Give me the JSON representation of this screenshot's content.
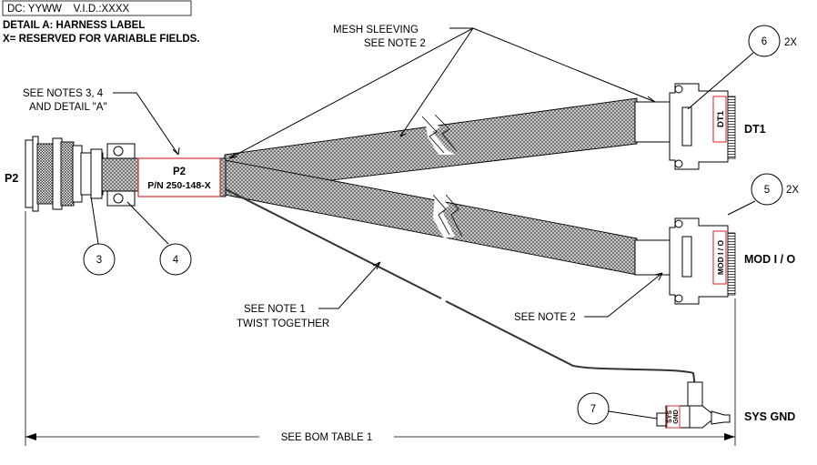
{
  "header": {
    "label_text": "DC: YYWW    V.I.D.:XXXX",
    "detail_line1": "DETAIL A: HARNESS LABEL",
    "detail_line2": "X= RESERVED FOR VARIABLE FIELDS."
  },
  "notes": {
    "mesh_line1": "MESH SLEEVING",
    "mesh_line2": "SEE NOTE 2",
    "notes34_line1": "SEE NOTES 3, 4",
    "notes34_line2": "AND DETAIL \"A\"",
    "note1_line1": "SEE NOTE 1",
    "note1_line2": "TWIST TOGETHER",
    "note2": "SEE NOTE 2",
    "bom": "SEE BOM TABLE 1"
  },
  "label": {
    "line1": "P2",
    "line2": "P/N 250-148-X"
  },
  "connectors": {
    "p2": "P2",
    "dt1": "DT1",
    "dt1_tag": "DT1",
    "modio": "MOD I / O",
    "modio_tag": "MOD I / O",
    "sysgnd": "SYS GND",
    "sysgnd_tag1": "SYS",
    "sysgnd_tag2": "GND"
  },
  "balloons": {
    "b3": "3",
    "b4": "4",
    "b5": "5",
    "b5_qty": "2X",
    "b6": "6",
    "b6_qty": "2X",
    "b7": "7"
  },
  "colors": {
    "line": "#000000",
    "label_outline": "#e03030",
    "mesh_fill": "#8a8a8a"
  }
}
